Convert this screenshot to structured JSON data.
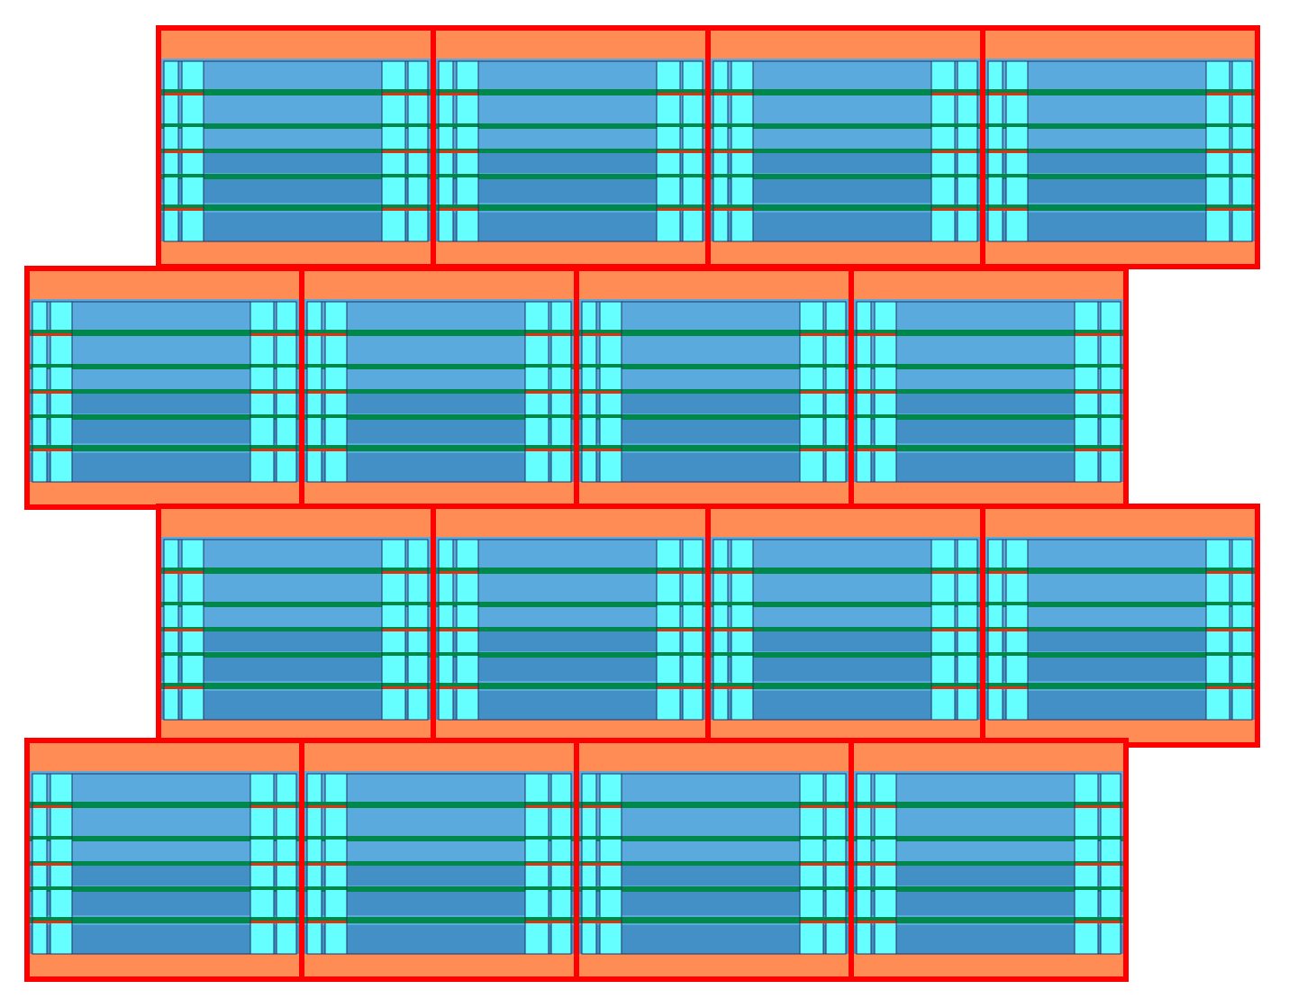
{
  "diagram": {
    "type": "staggered-cell-array",
    "rows": [
      {
        "row": 1,
        "cell_count": 4,
        "offset": "right"
      },
      {
        "row": 2,
        "cell_count": 4,
        "offset": "left"
      },
      {
        "row": 3,
        "cell_count": 4,
        "offset": "right"
      },
      {
        "row": 4,
        "cell_count": 4,
        "offset": "left"
      }
    ],
    "colors": {
      "cell_border": "#ff0000",
      "rail": "#ff8c55",
      "channel_light": "#5aaadd",
      "channel_dark": "#4390c6",
      "contact_column": "#66ffff",
      "green_stripe": "#00884a",
      "red_stripe": "#dd3311",
      "outline": "#223366",
      "background": "#ffffff"
    }
  }
}
